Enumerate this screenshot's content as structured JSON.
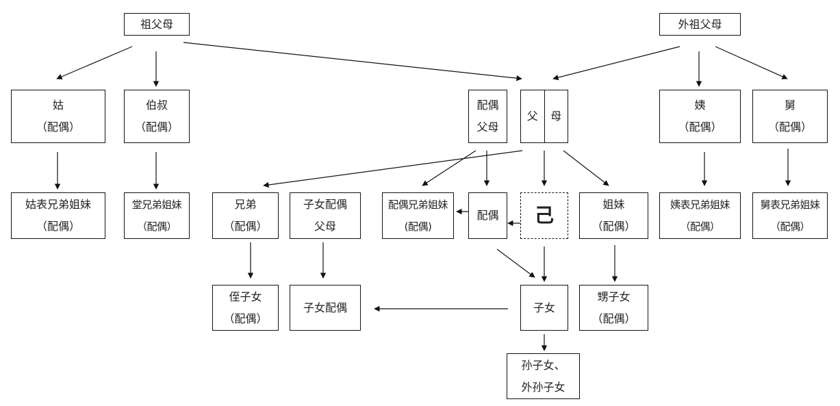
{
  "diagram": {
    "title": "",
    "spouse_note": "（配偶）",
    "nodes": [
      {
        "id": "grandparents",
        "lines": [
          "祖父母"
        ]
      },
      {
        "id": "maternal-grandparents",
        "lines": [
          "外祖父母"
        ]
      },
      {
        "id": "paternal-aunt",
        "lines": [
          "姑",
          "（配偶）"
        ]
      },
      {
        "id": "paternal-uncles",
        "lines": [
          "伯叔",
          "（配偶）"
        ]
      },
      {
        "id": "spouse-parents",
        "lines": [
          "配偶",
          "父母"
        ]
      },
      {
        "id": "parents",
        "halves": [
          "父",
          "母"
        ]
      },
      {
        "id": "maternal-aunt",
        "lines": [
          "姨",
          "（配偶）"
        ]
      },
      {
        "id": "maternal-uncle",
        "lines": [
          "舅",
          "（配偶）"
        ]
      },
      {
        "id": "paternal-aunt-cousins",
        "lines": [
          "姑表兄弟姐妹",
          "（配偶）"
        ]
      },
      {
        "id": "paternal-cousins",
        "lines": [
          "堂兄弟姐妹",
          "（配偶）"
        ]
      },
      {
        "id": "brothers",
        "lines": [
          "兄弟",
          "（配偶）"
        ]
      },
      {
        "id": "child-spouse-parents",
        "lines": [
          "子女配偶",
          "父母"
        ]
      },
      {
        "id": "spouse-siblings",
        "lines": [
          "配偶兄弟姐妹",
          "(配偶)"
        ]
      },
      {
        "id": "spouse",
        "lines": [
          "配偶"
        ]
      },
      {
        "id": "self",
        "lines": [
          "己"
        ]
      },
      {
        "id": "sisters",
        "lines": [
          "姐妹",
          "（配偶）"
        ]
      },
      {
        "id": "maternal-aunt-cousins",
        "lines": [
          "姨表兄弟姐妹",
          "（配偶）"
        ]
      },
      {
        "id": "maternal-uncle-cousins",
        "lines": [
          "舅表兄弟姐妹",
          "（配偶）"
        ]
      },
      {
        "id": "nephews-nieces-brother",
        "lines": [
          "侄子女",
          "（配偶）"
        ]
      },
      {
        "id": "child-spouse",
        "lines": [
          "子女配偶"
        ]
      },
      {
        "id": "children",
        "lines": [
          "子女"
        ]
      },
      {
        "id": "nephews-nieces-sister",
        "lines": [
          "甥子女",
          "（配偶）"
        ]
      },
      {
        "id": "grandchildren",
        "lines": [
          "孙子女、",
          "外孙子女"
        ]
      }
    ],
    "edges": [
      {
        "from": "grandparents",
        "to": "paternal-aunt"
      },
      {
        "from": "grandparents",
        "to": "paternal-uncles"
      },
      {
        "from": "grandparents",
        "to": "parents"
      },
      {
        "from": "maternal-grandparents",
        "to": "parents"
      },
      {
        "from": "maternal-grandparents",
        "to": "maternal-aunt"
      },
      {
        "from": "maternal-grandparents",
        "to": "maternal-uncle"
      },
      {
        "from": "paternal-aunt",
        "to": "paternal-aunt-cousins"
      },
      {
        "from": "paternal-uncles",
        "to": "paternal-cousins"
      },
      {
        "from": "parents",
        "to": "brothers"
      },
      {
        "from": "spouse-parents",
        "to": "spouse-siblings"
      },
      {
        "from": "spouse-parents",
        "to": "spouse"
      },
      {
        "from": "parents",
        "to": "self"
      },
      {
        "from": "parents",
        "to": "sisters"
      },
      {
        "from": "maternal-aunt",
        "to": "maternal-aunt-cousins"
      },
      {
        "from": "maternal-uncle",
        "to": "maternal-uncle-cousins"
      },
      {
        "from": "spouse",
        "to": "spouse-siblings"
      },
      {
        "from": "self",
        "to": "spouse"
      },
      {
        "from": "brothers",
        "to": "nephews-nieces-brother"
      },
      {
        "from": "child-spouse-parents",
        "to": "child-spouse"
      },
      {
        "from": "spouse",
        "to": "children"
      },
      {
        "from": "self",
        "to": "children"
      },
      {
        "from": "sisters",
        "to": "nephews-nieces-sister"
      },
      {
        "from": "children",
        "to": "child-spouse"
      },
      {
        "from": "children",
        "to": "grandchildren"
      }
    ]
  }
}
